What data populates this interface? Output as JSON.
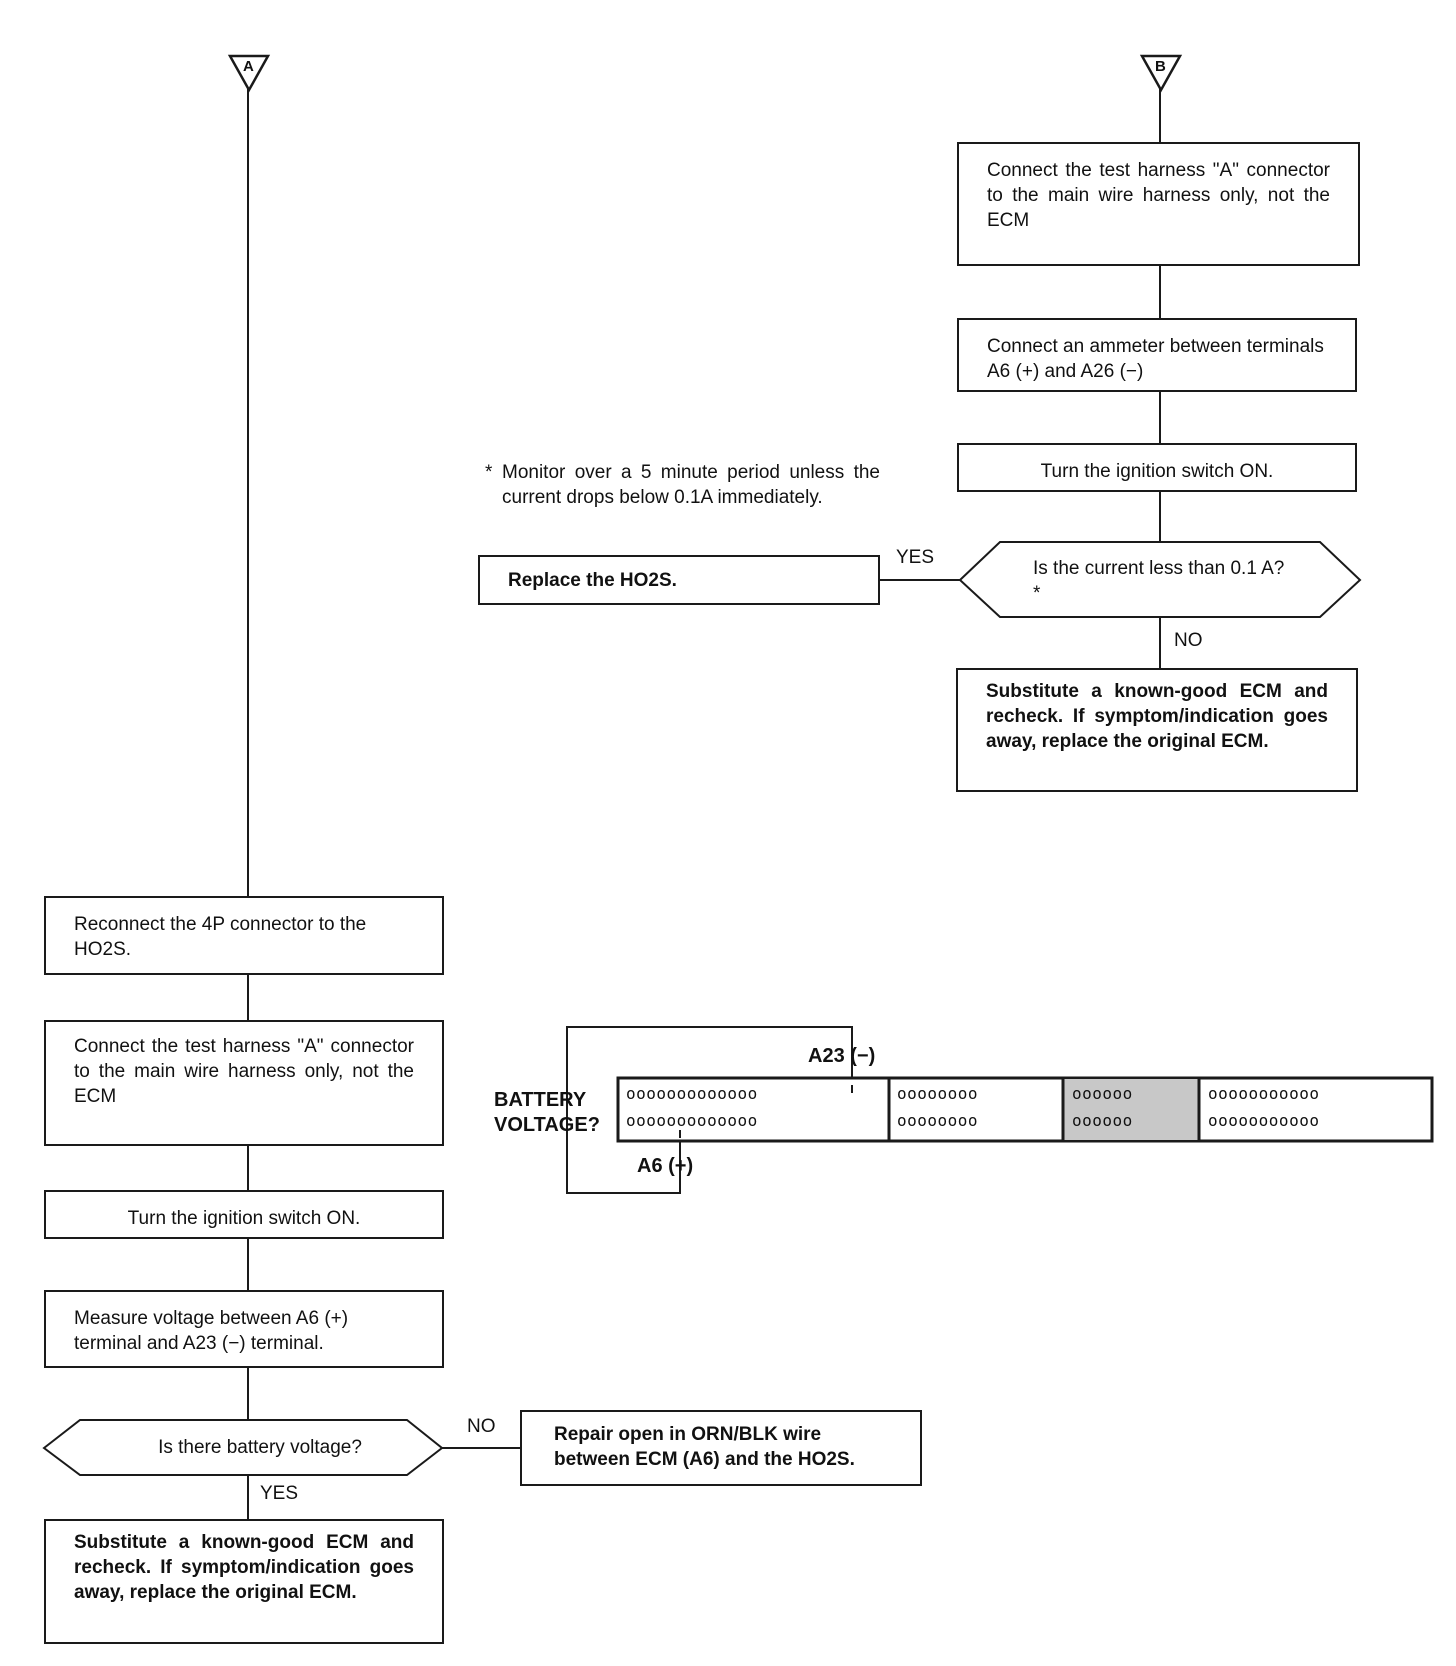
{
  "connectors": {
    "a": "A",
    "b": "B"
  },
  "branch_b": {
    "step1": "Connect the test harness \"A\" connector to the main wire harness only, not the ECM",
    "step2": "Connect an ammeter between terminals A6 (+) and A26 (−)",
    "step3": "Turn the ignition switch ON.",
    "decision": "Is the current less than 0.1 A?*",
    "yes_label": "YES",
    "no_label": "NO",
    "yes_action": "Replace the HO2S.",
    "no_action": "Substitute a known-good ECM and recheck. If symptom/indication goes away, replace the original ECM.",
    "footnote_mark": "*",
    "footnote": "Monitor over a 5 minute period unless the current drops below 0.1A immediately."
  },
  "branch_a": {
    "step1": "Reconnect the 4P connector to the HO2S.",
    "step2": "Connect the test harness \"A\" connector to the main wire harness only, not the ECM",
    "step3": "Turn the ignition switch ON.",
    "step4": "Measure voltage between A6 (+) terminal and A23 (−) terminal.",
    "decision": "Is there battery voltage?",
    "no_label": "NO",
    "yes_label": "YES",
    "no_action": "Repair open in ORN/BLK wire between ECM (A6) and the HO2S.",
    "yes_action": "Substitute a known-good ECM and recheck. If symptom/indication goes away, replace the original ECM."
  },
  "connector_diagram": {
    "label_line1": "BATTERY",
    "label_line2": "VOLTAGE?",
    "top_terminal": "A23 (−)",
    "bottom_terminal": "A6 (+)",
    "section1_row1": "ooooooooooooo",
    "section1_row2": "ooooooooooooo",
    "section2_row1": "oooooooo",
    "section2_row2": "oooooooo",
    "section3_row1": "oooooo",
    "section3_row2": "oooooo",
    "section4_row1": "ooooooooooo",
    "section4_row2": "ooooooooooo"
  }
}
